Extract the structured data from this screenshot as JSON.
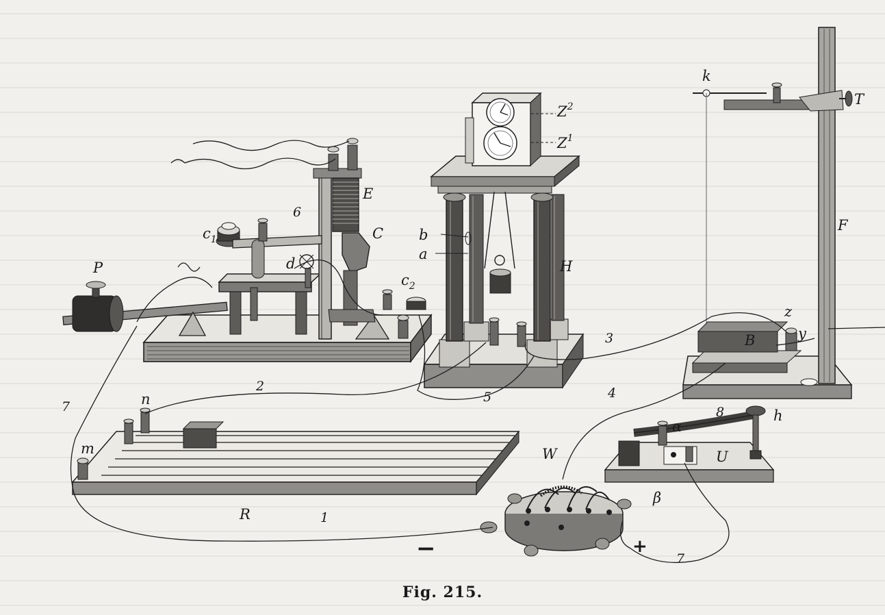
{
  "caption": "Fig. 215.",
  "labels": {
    "P": "P",
    "c1": "c",
    "c1_sub": "1",
    "six": "6",
    "E": "E",
    "C": "C",
    "d": "d",
    "c2": "c",
    "c2_sub": "2",
    "Z2": "Z",
    "Z2_sup": "2",
    "Z1": "Z",
    "Z1_sup": "1",
    "b": "b",
    "a": "a",
    "H": "H",
    "k": "k",
    "T": "T",
    "F": "F",
    "z": "z",
    "y": "y",
    "B": "B",
    "three": "3",
    "two": "2",
    "seven_left": "7",
    "n": "n",
    "m": "m",
    "five": "5",
    "four": "4",
    "eight": "8",
    "h": "h",
    "alpha": "α",
    "U": "U",
    "beta": "β",
    "W": "W",
    "R": "R",
    "one": "1",
    "minus": "−",
    "plus": "+",
    "seven_right": "7"
  }
}
